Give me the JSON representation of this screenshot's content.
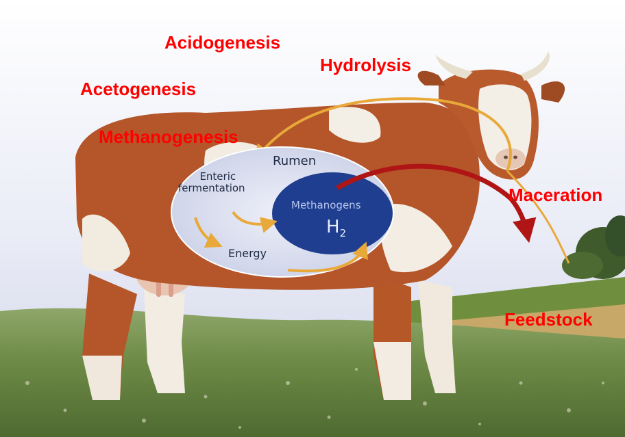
{
  "stage_labels": {
    "acidogenesis": "Acidogenesis",
    "hydrolysis": "Hydrolysis",
    "acetogenesis": "Acetogenesis",
    "methanogenesis": "Methanogenesis",
    "maceration": "Maceration",
    "feedstock": "Feedstock"
  },
  "rumen_diagram": {
    "rumen": "Rumen",
    "enteric_line1": "Enteric",
    "enteric_line2": "fermentation",
    "energy": "Energy",
    "methanogens": "Methanogens",
    "h2": "H",
    "h2_subscript": "2"
  },
  "colors": {
    "stage_label": "#ff0000",
    "flow_arrow": "#e8a93a",
    "methane_arrow": "#b01515",
    "methanogens_blob": "#1f3e8f",
    "rumen_ellipse": "#dfe3f2"
  }
}
